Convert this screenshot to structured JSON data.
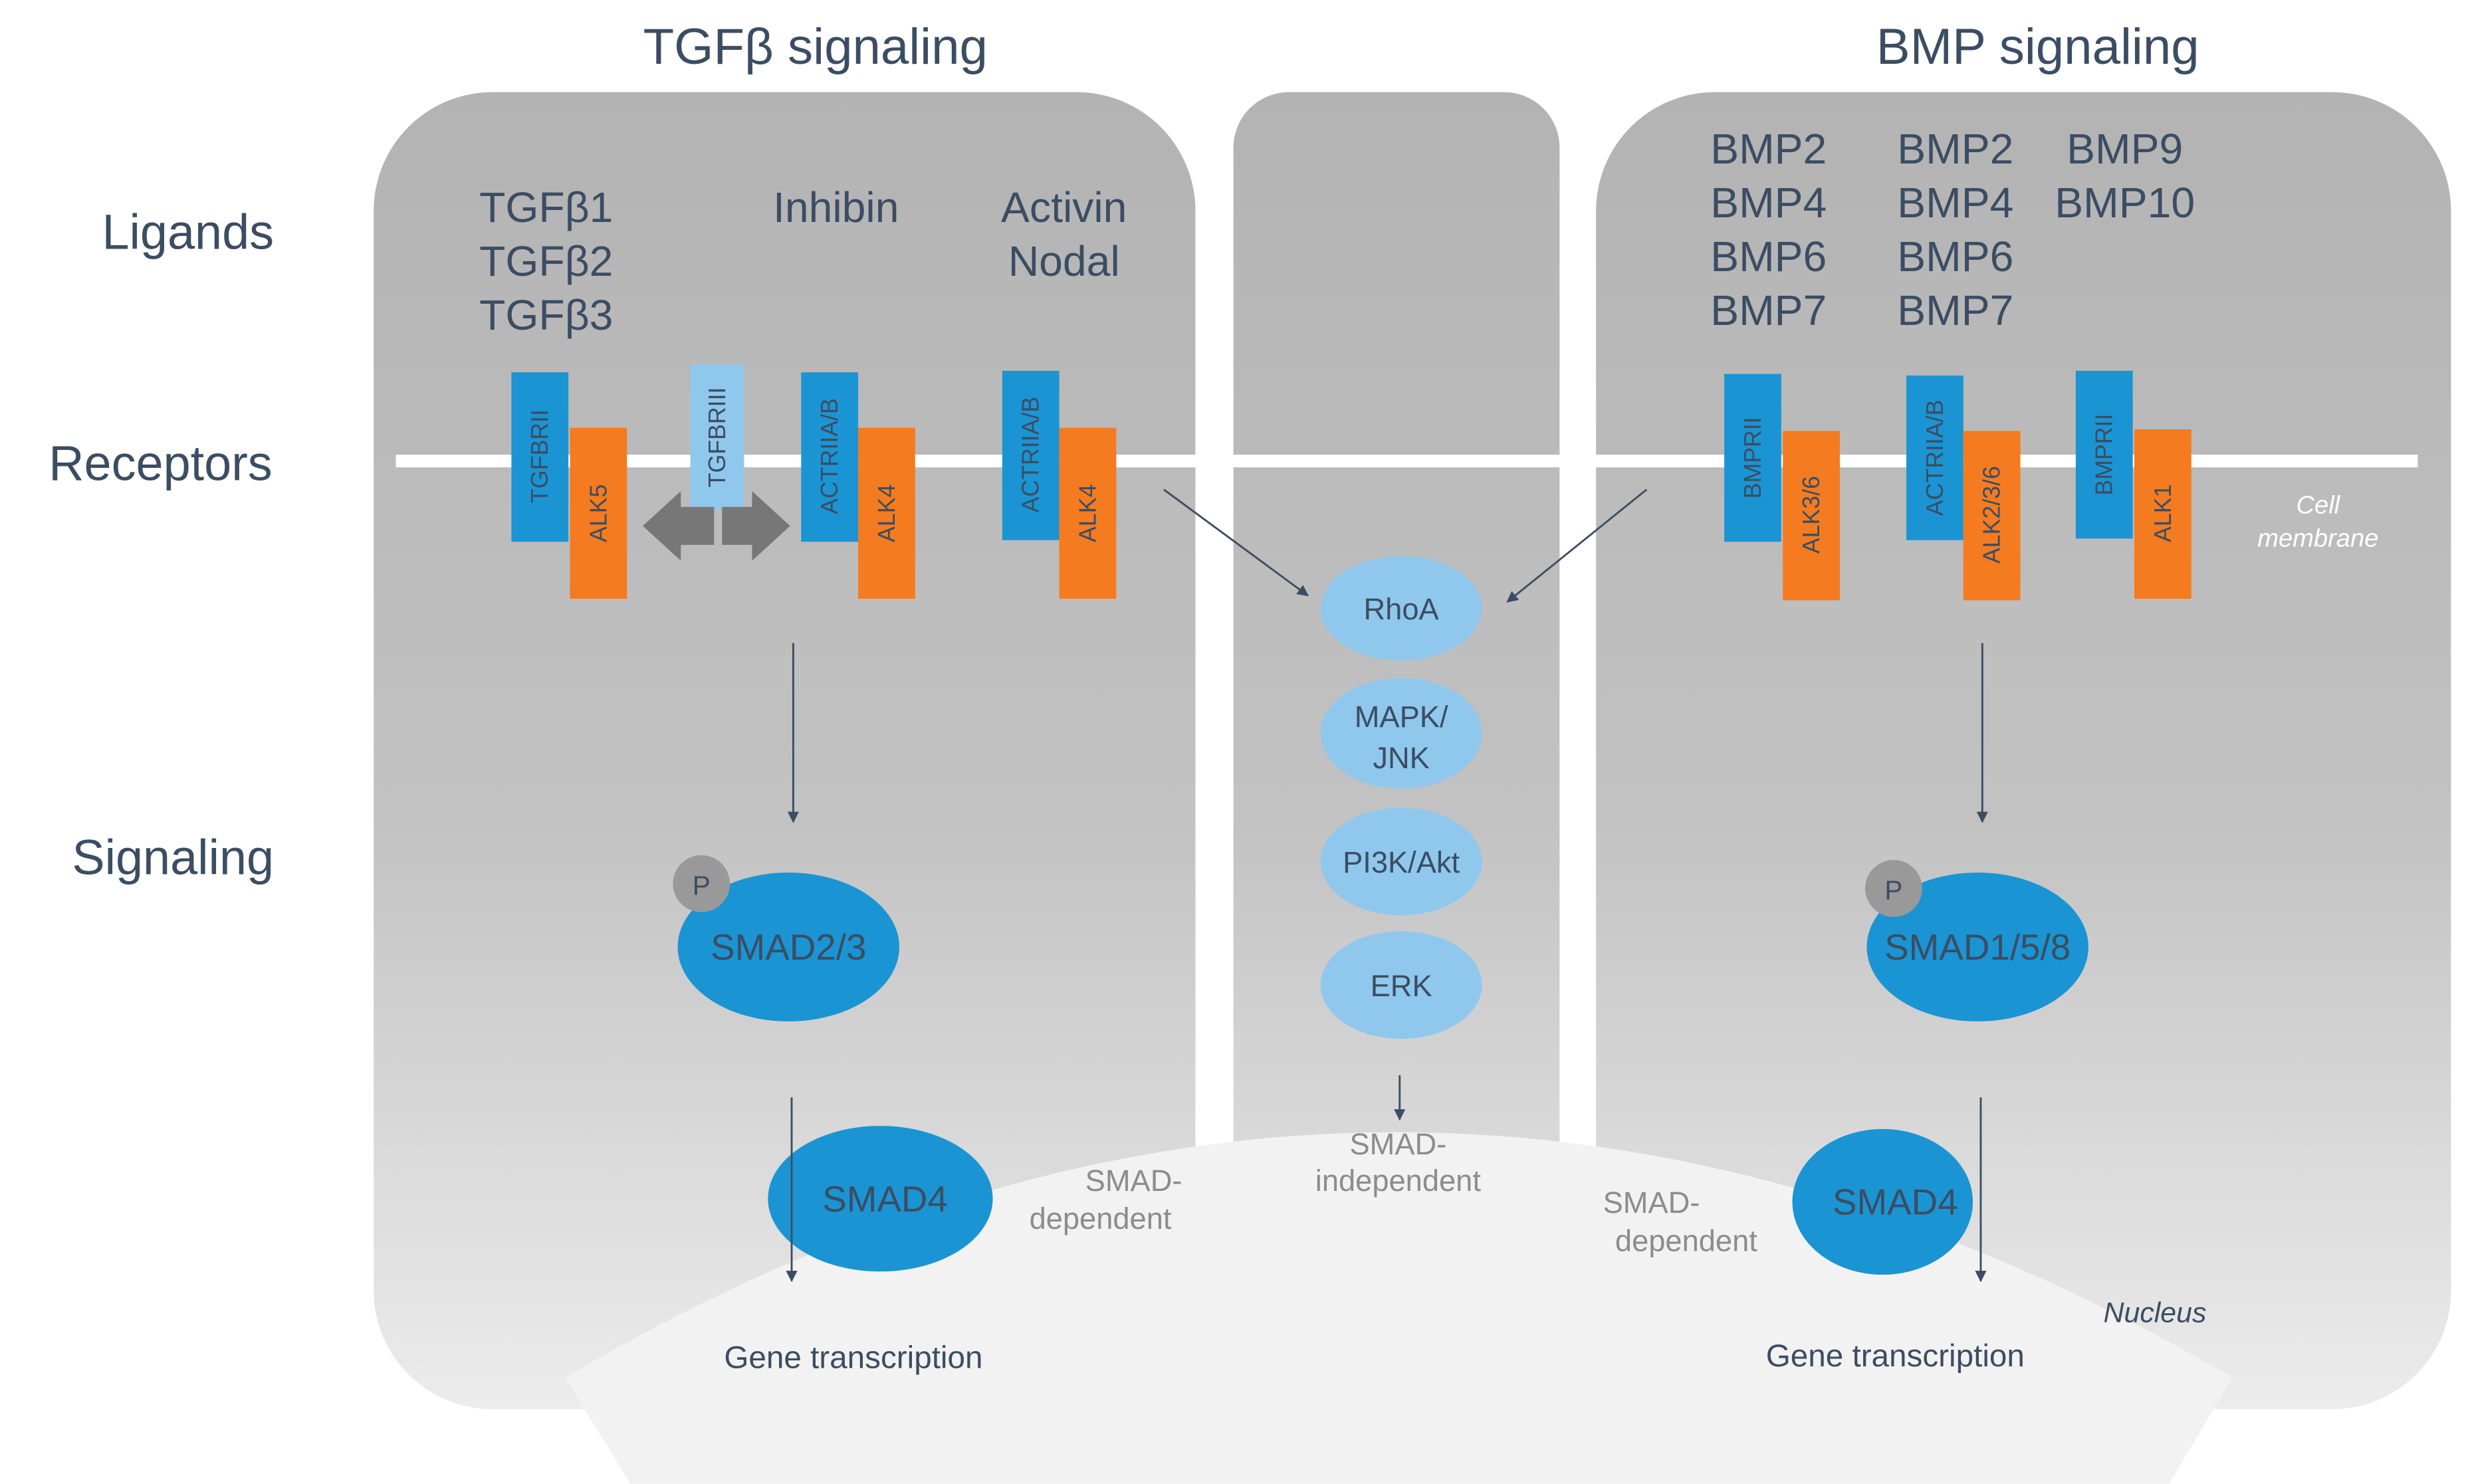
{
  "headings": {
    "tgfb": "TGFβ signaling",
    "bmp": "BMP signaling"
  },
  "row_labels": {
    "ligands": "Ligands",
    "receptors": "Receptors",
    "signaling": "Signaling"
  },
  "ligands": {
    "tgfb": [
      "TGFβ1",
      "TGFβ2",
      "TGFβ3"
    ],
    "inhibin": [
      "Inhibin"
    ],
    "activin": [
      "Activin",
      "Nodal"
    ],
    "bmp_group1": [
      "BMP2",
      "BMP4",
      "BMP6",
      "BMP7"
    ],
    "bmp_group2": [
      "BMP2",
      "BMP4",
      "BMP6",
      "BMP7"
    ],
    "bmp_group3": [
      "BMP9",
      "BMP10"
    ]
  },
  "receptors": {
    "tgfbrii": "TGFBRII",
    "alk5": "ALK5",
    "tgfbriii": "TGFBRIII",
    "actriiab_1": "ACTRIIA/B",
    "alk4_1": "ALK4",
    "actriiab_2": "ACTRIIA/B",
    "alk4_2": "ALK4",
    "bmprii_1": "BMPRII",
    "alk36": "ALK3/6",
    "actriiab_3": "ACTRIIA/B",
    "alk236": "ALK2/3/6",
    "bmprii_2": "BMPRII",
    "alk1": "ALK1"
  },
  "membrane_label": [
    "Cell",
    "membrane"
  ],
  "nucleus_label": "Nucleus",
  "smad_independent": {
    "nodes": [
      {
        "label": [
          "RhoA"
        ]
      },
      {
        "label": [
          "MAPK/",
          "JNK"
        ]
      },
      {
        "label": [
          "PI3K/Akt"
        ]
      },
      {
        "label": [
          "ERK"
        ]
      }
    ],
    "caption": [
      "SMAD-",
      "independent"
    ]
  },
  "smad_dependent_caption": [
    "SMAD-",
    "dependent"
  ],
  "smads": {
    "left_r": "SMAD2/3",
    "right_r": "SMAD1/5/8",
    "phospho": "P",
    "left_co": "SMAD4",
    "right_co": "SMAD4"
  },
  "outputs": {
    "left": "Gene transcription",
    "right": "Gene transcription"
  },
  "colors": {
    "panel_top": "#b3b3b3",
    "panel_bottom": "#ececec",
    "type2_receptor": "#1b94d3",
    "type1_receptor": "#f47b20",
    "type3_receptor": "#8fc8ec",
    "smad": "#1b94d3",
    "pathway_node": "#8fc8ec",
    "phospho": "#999999",
    "text_dark": "#3b4d63",
    "text_grey": "#8c8c8c",
    "nucleus": "#f2f2f2"
  }
}
